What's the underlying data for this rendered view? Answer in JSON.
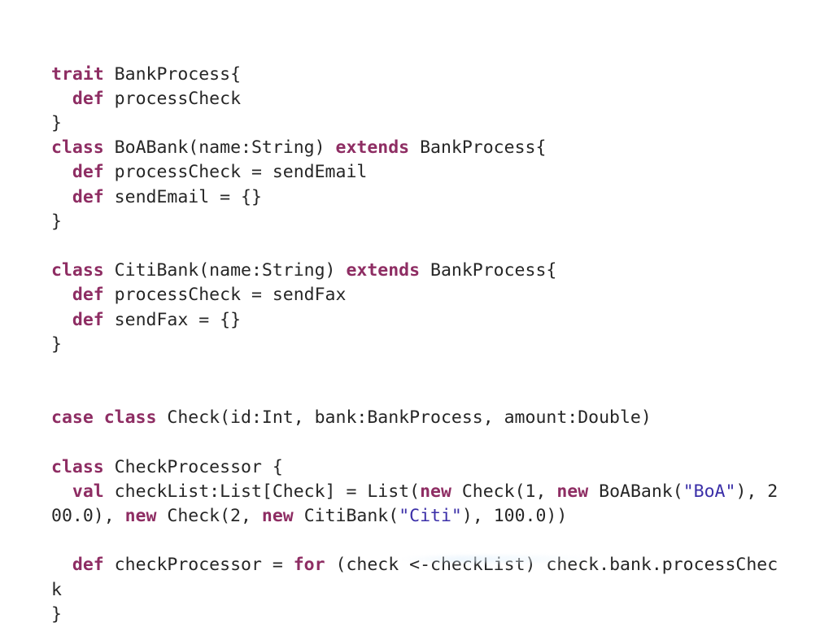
{
  "slide": {
    "language": "Scala",
    "background_color": "#ffffff",
    "text_color": "#262626",
    "keyword_color": "#8E2D63",
    "string_color": "#3B2FA8"
  },
  "code": {
    "lines": [
      {
        "id": "line-1",
        "wrapped": false,
        "tokens": [
          {
            "type": "keyword",
            "text": "trait"
          },
          {
            "type": "plain",
            "text": " BankProcess{"
          }
        ]
      },
      {
        "id": "line-2",
        "wrapped": false,
        "tokens": [
          {
            "type": "plain",
            "text": "  "
          },
          {
            "type": "keyword",
            "text": "def"
          },
          {
            "type": "plain",
            "text": " processCheck"
          }
        ]
      },
      {
        "id": "line-3",
        "wrapped": false,
        "tokens": [
          {
            "type": "plain",
            "text": "}"
          }
        ]
      },
      {
        "id": "line-4",
        "wrapped": false,
        "tokens": [
          {
            "type": "keyword",
            "text": "class"
          },
          {
            "type": "plain",
            "text": " BoABank(name:String) "
          },
          {
            "type": "keyword",
            "text": "extends"
          },
          {
            "type": "plain",
            "text": " BankProcess{"
          }
        ]
      },
      {
        "id": "line-5",
        "wrapped": false,
        "tokens": [
          {
            "type": "plain",
            "text": "  "
          },
          {
            "type": "keyword",
            "text": "def"
          },
          {
            "type": "plain",
            "text": " processCheck = sendEmail"
          }
        ]
      },
      {
        "id": "line-6",
        "wrapped": false,
        "tokens": [
          {
            "type": "plain",
            "text": "  "
          },
          {
            "type": "keyword",
            "text": "def"
          },
          {
            "type": "plain",
            "text": " sendEmail = {}"
          }
        ]
      },
      {
        "id": "line-7",
        "wrapped": false,
        "tokens": [
          {
            "type": "plain",
            "text": "}"
          }
        ]
      },
      {
        "id": "line-8",
        "wrapped": false,
        "tokens": []
      },
      {
        "id": "line-9",
        "wrapped": false,
        "tokens": [
          {
            "type": "keyword",
            "text": "class"
          },
          {
            "type": "plain",
            "text": " CitiBank(name:String) "
          },
          {
            "type": "keyword",
            "text": "extends"
          },
          {
            "type": "plain",
            "text": " BankProcess{"
          }
        ]
      },
      {
        "id": "line-10",
        "wrapped": false,
        "tokens": [
          {
            "type": "plain",
            "text": "  "
          },
          {
            "type": "keyword",
            "text": "def"
          },
          {
            "type": "plain",
            "text": " processCheck = sendFax"
          }
        ]
      },
      {
        "id": "line-11",
        "wrapped": false,
        "tokens": [
          {
            "type": "plain",
            "text": "  "
          },
          {
            "type": "keyword",
            "text": "def"
          },
          {
            "type": "plain",
            "text": " sendFax = {}"
          }
        ]
      },
      {
        "id": "line-12",
        "wrapped": false,
        "tokens": [
          {
            "type": "plain",
            "text": "}"
          }
        ]
      },
      {
        "id": "line-13",
        "wrapped": false,
        "tokens": []
      },
      {
        "id": "line-14",
        "wrapped": false,
        "tokens": []
      },
      {
        "id": "line-15",
        "wrapped": false,
        "tokens": [
          {
            "type": "keyword",
            "text": "case class"
          },
          {
            "type": "plain",
            "text": " Check(id:Int, bank:BankProcess, amount:Double)"
          }
        ]
      },
      {
        "id": "line-16",
        "wrapped": false,
        "tokens": []
      },
      {
        "id": "line-17",
        "wrapped": false,
        "tokens": [
          {
            "type": "keyword",
            "text": "class"
          },
          {
            "type": "plain",
            "text": " CheckProcessor {"
          }
        ]
      },
      {
        "id": "line-18",
        "wrapped": true,
        "tokens": [
          {
            "type": "plain",
            "text": "  "
          },
          {
            "type": "keyword",
            "text": "val"
          },
          {
            "type": "plain",
            "text": " checkList:List[Check] = List("
          },
          {
            "type": "keyword",
            "text": "new"
          },
          {
            "type": "plain",
            "text": " Check(1, "
          },
          {
            "type": "keyword",
            "text": "new"
          },
          {
            "type": "plain",
            "text": " BoABank("
          },
          {
            "type": "string",
            "text": "\"BoA\""
          },
          {
            "type": "plain",
            "text": "), 200.0), "
          },
          {
            "type": "keyword",
            "text": "new"
          },
          {
            "type": "plain",
            "text": " Check(2, "
          },
          {
            "type": "keyword",
            "text": "new"
          },
          {
            "type": "plain",
            "text": " CitiBank("
          },
          {
            "type": "string",
            "text": "\"Citi\""
          },
          {
            "type": "plain",
            "text": "), 100.0))"
          }
        ]
      },
      {
        "id": "line-19",
        "wrapped": false,
        "tokens": []
      },
      {
        "id": "line-20",
        "wrapped": true,
        "tokens": [
          {
            "type": "plain",
            "text": "  "
          },
          {
            "type": "keyword",
            "text": "def"
          },
          {
            "type": "plain",
            "text": " checkProcessor = "
          },
          {
            "type": "keyword",
            "text": "for"
          },
          {
            "type": "plain",
            "text": " (check <-checkList) check.bank.processCheck"
          }
        ]
      },
      {
        "id": "line-21",
        "wrapped": false,
        "tokens": [
          {
            "type": "plain",
            "text": "}"
          }
        ]
      }
    ]
  }
}
